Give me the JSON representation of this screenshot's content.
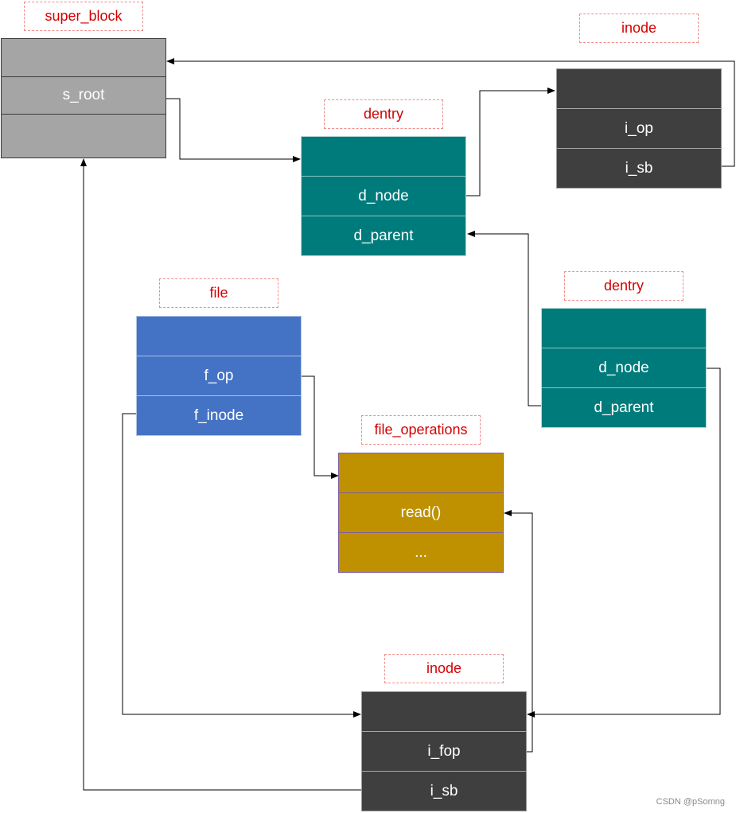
{
  "super_block": {
    "title": "super_block",
    "fields": [
      "",
      "s_root",
      ""
    ]
  },
  "inode_top": {
    "title": "inode",
    "fields": [
      "",
      "i_op",
      "i_sb"
    ]
  },
  "dentry_top": {
    "title": "dentry",
    "fields": [
      "",
      "d_node",
      "d_parent"
    ]
  },
  "file": {
    "title": "file",
    "fields": [
      "",
      "f_op",
      "f_inode"
    ]
  },
  "dentry_child": {
    "title": "dentry",
    "fields": [
      "",
      "d_node",
      "d_parent"
    ]
  },
  "file_operations": {
    "title": "file_operations",
    "fields": [
      "",
      "read()",
      "..."
    ]
  },
  "inode_bottom": {
    "title": "inode",
    "fields": [
      "",
      "i_fop",
      "i_sb"
    ]
  },
  "colors": {
    "super_block": "#a5a5a5",
    "inode": "#3f3f3f",
    "dentry": "#007b7b",
    "file": "#4472c4",
    "file_operations": "#bf9000",
    "label_text": "#d40000",
    "connector": "#000000"
  },
  "watermark": "CSDN @pSomng"
}
